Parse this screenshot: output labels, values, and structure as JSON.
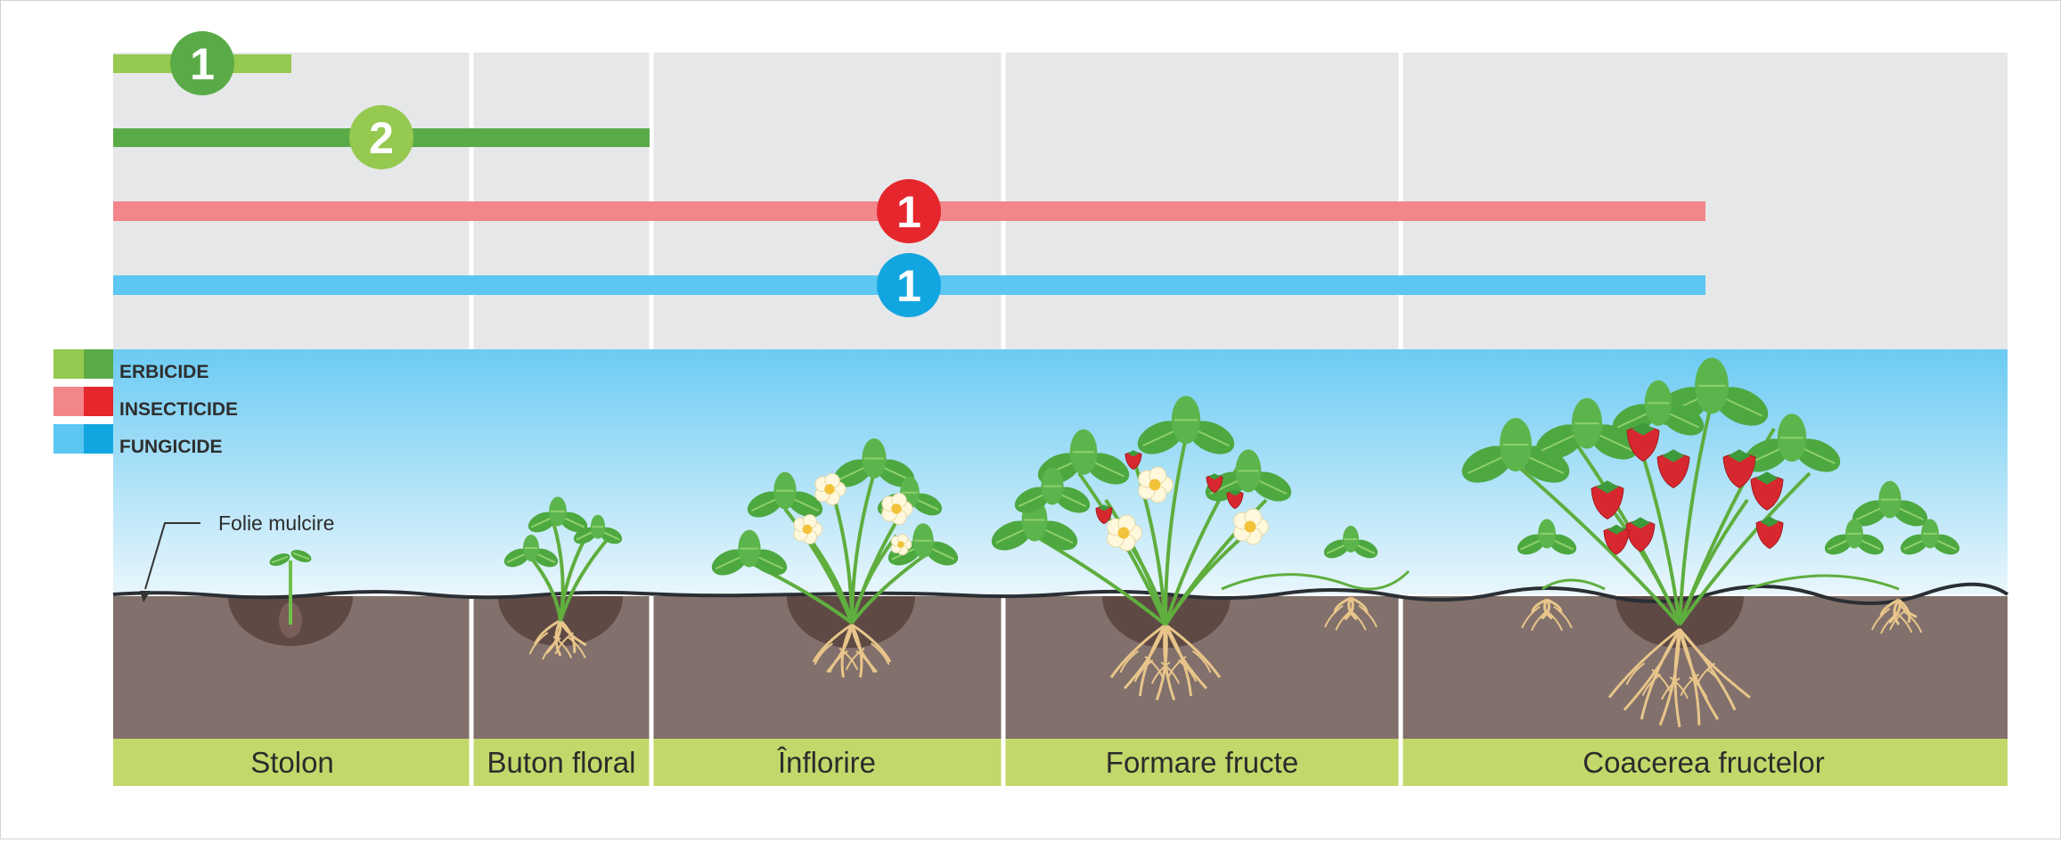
{
  "colors": {
    "herbicide_light": "#95c94f",
    "herbicide_dark": "#5aab47",
    "insecticide_light": "#f2868b",
    "insecticide_dark": "#e5262d",
    "fungicide_light": "#5bc7f2",
    "fungicide_dark": "#12a6e0",
    "chart_bg": "#e6e7e8",
    "sky_top": "#6ccbf3",
    "sky_bottom": "#e9f6fc",
    "soil": "#81706b",
    "stage_bar": "#c3d86a"
  },
  "legend": [
    {
      "label": "ERBICIDE",
      "key": "herbicide"
    },
    {
      "label": "INSECTICIDE",
      "key": "insecticide"
    },
    {
      "label": "FUNGICIDE",
      "key": "fungicide"
    }
  ],
  "treatments": [
    {
      "group": "herbicide",
      "number": "1",
      "from_stage": "Stolon",
      "to_stage": "Stolon"
    },
    {
      "group": "herbicide",
      "number": "2",
      "from_stage": "Stolon",
      "to_stage": "Buton floral"
    },
    {
      "group": "insecticide",
      "number": "1",
      "from_stage": "Stolon",
      "to_stage": "Coacerea fructelor"
    },
    {
      "group": "fungicide",
      "number": "1",
      "from_stage": "Stolon",
      "to_stage": "Coacerea fructelor"
    }
  ],
  "annotation": {
    "mulch_label": "Folie mulcire"
  },
  "stages": [
    {
      "label": "Stolon"
    },
    {
      "label": "Buton floral"
    },
    {
      "label": "Înflorire"
    },
    {
      "label": "Formare fructe"
    },
    {
      "label": "Coacerea fructelor"
    }
  ]
}
